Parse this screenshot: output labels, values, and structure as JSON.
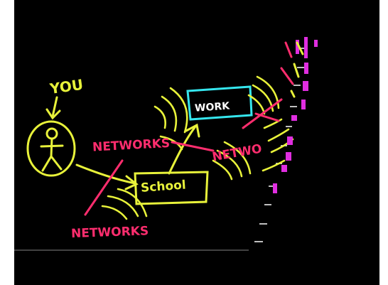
{
  "labels": {
    "you": "YOU",
    "work": "WORK",
    "school": "School",
    "networks_top": "NETWORKS",
    "networks_mid": "NETWO",
    "networks_bottom": "NETWORKS"
  },
  "colors": {
    "background": "#000000",
    "yellow": "#e8f23a",
    "pink": "#ff2d6e",
    "cyan": "#35e6ee",
    "magenta": "#e02ee0",
    "white": "#ffffff"
  },
  "icons": [
    "stick-figure-icon",
    "arrow-icon",
    "signal-waves-icon"
  ]
}
